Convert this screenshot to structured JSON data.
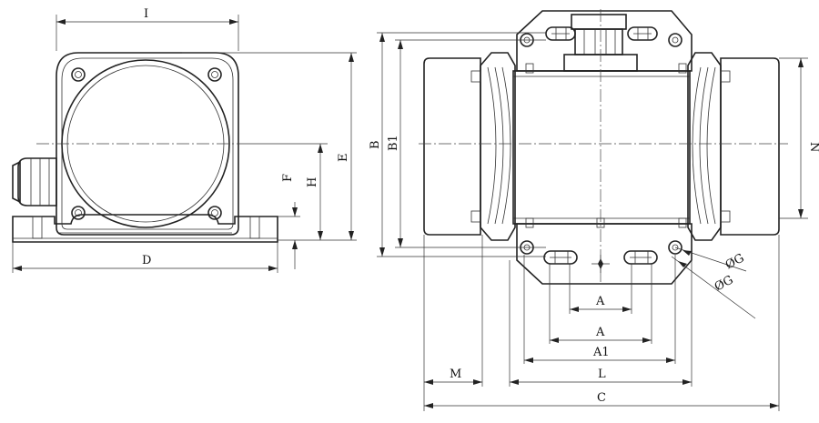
{
  "diagram": {
    "dimension_labels": {
      "I": "I",
      "E": "E",
      "H": "H",
      "F": "F",
      "D": "D",
      "B": "B",
      "B1": "B1",
      "N": "N",
      "G_upper": "ØG",
      "G_lower": "ØG",
      "A_inner": "A",
      "A_outer": "A",
      "A1": "A1",
      "L": "L",
      "M": "M",
      "C": "C"
    }
  }
}
